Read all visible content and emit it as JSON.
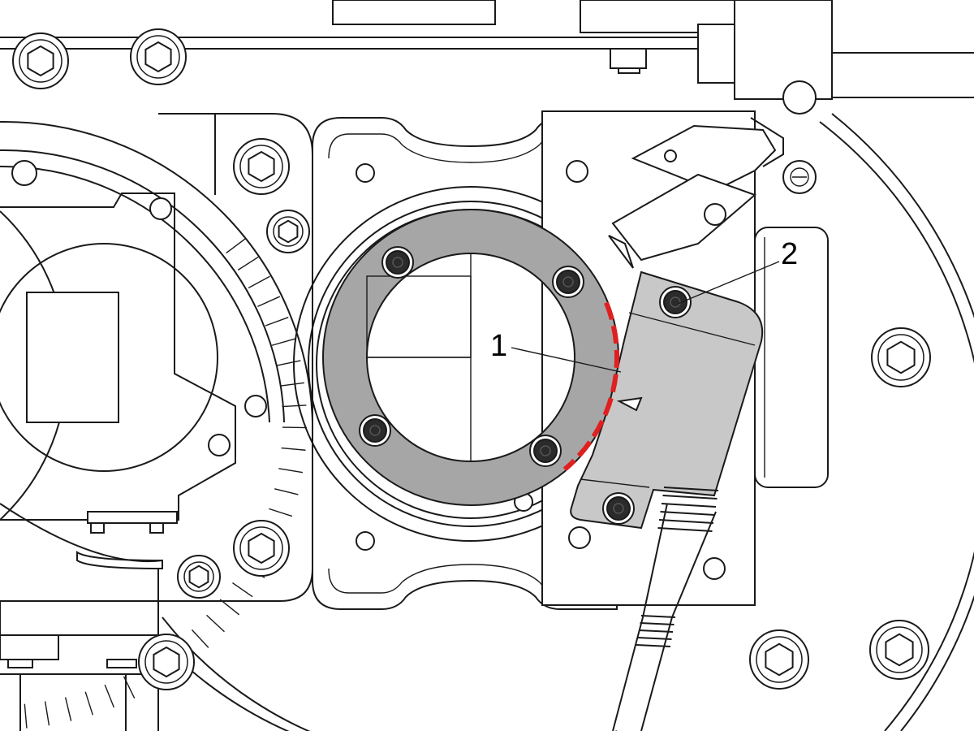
{
  "diagram": {
    "callouts": [
      {
        "id": "1",
        "label": "1"
      },
      {
        "id": "2",
        "label": "2"
      }
    ],
    "colors": {
      "line": "#1a1a1a",
      "ring": "#a6a6a6",
      "sensor": "#c8c8c8",
      "bolt": "#2b2b2b",
      "highlight": "#e02020",
      "background": "#ffffff"
    }
  }
}
